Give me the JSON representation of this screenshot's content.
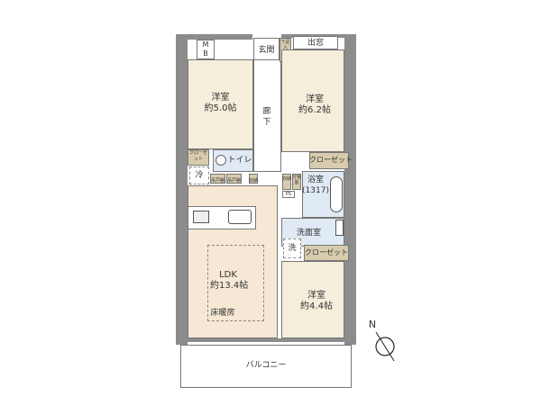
{
  "rooms": {
    "western1": {
      "name": "洋室",
      "size": "約5.0帖"
    },
    "western2": {
      "name": "洋室",
      "size": "約6.2帖"
    },
    "western3": {
      "name": "洋室",
      "size": "約4.4帖"
    },
    "ldk": {
      "name": "LDK",
      "size": "約13.4帖",
      "floor_heating": "床暖房"
    },
    "entrance": "玄関",
    "shoe_storage": "下足入",
    "bay_window": "出窓",
    "hallway": "廊下",
    "toilet": "トイレ",
    "closet_small": "クローゼット",
    "closet": "クローゼット",
    "closet2": "クローゼット",
    "fridge": "冷",
    "hanging_cabinet": "吊戸棚",
    "storage": "収納",
    "ps": "PS",
    "bath": "浴室",
    "bath_size": "(1317)",
    "washroom": "洗面室",
    "washer": "洗",
    "meter_box": "M\nB",
    "balcony": "バルコニー",
    "distribution_board": "分電盤"
  },
  "compass": {
    "label": "N"
  },
  "colors": {
    "room": "#f4eedb",
    "ldk": "#f6e8d4",
    "wet": "#dfeaf4",
    "closet": "#d8ccae",
    "wall": "#8c8c8c"
  }
}
